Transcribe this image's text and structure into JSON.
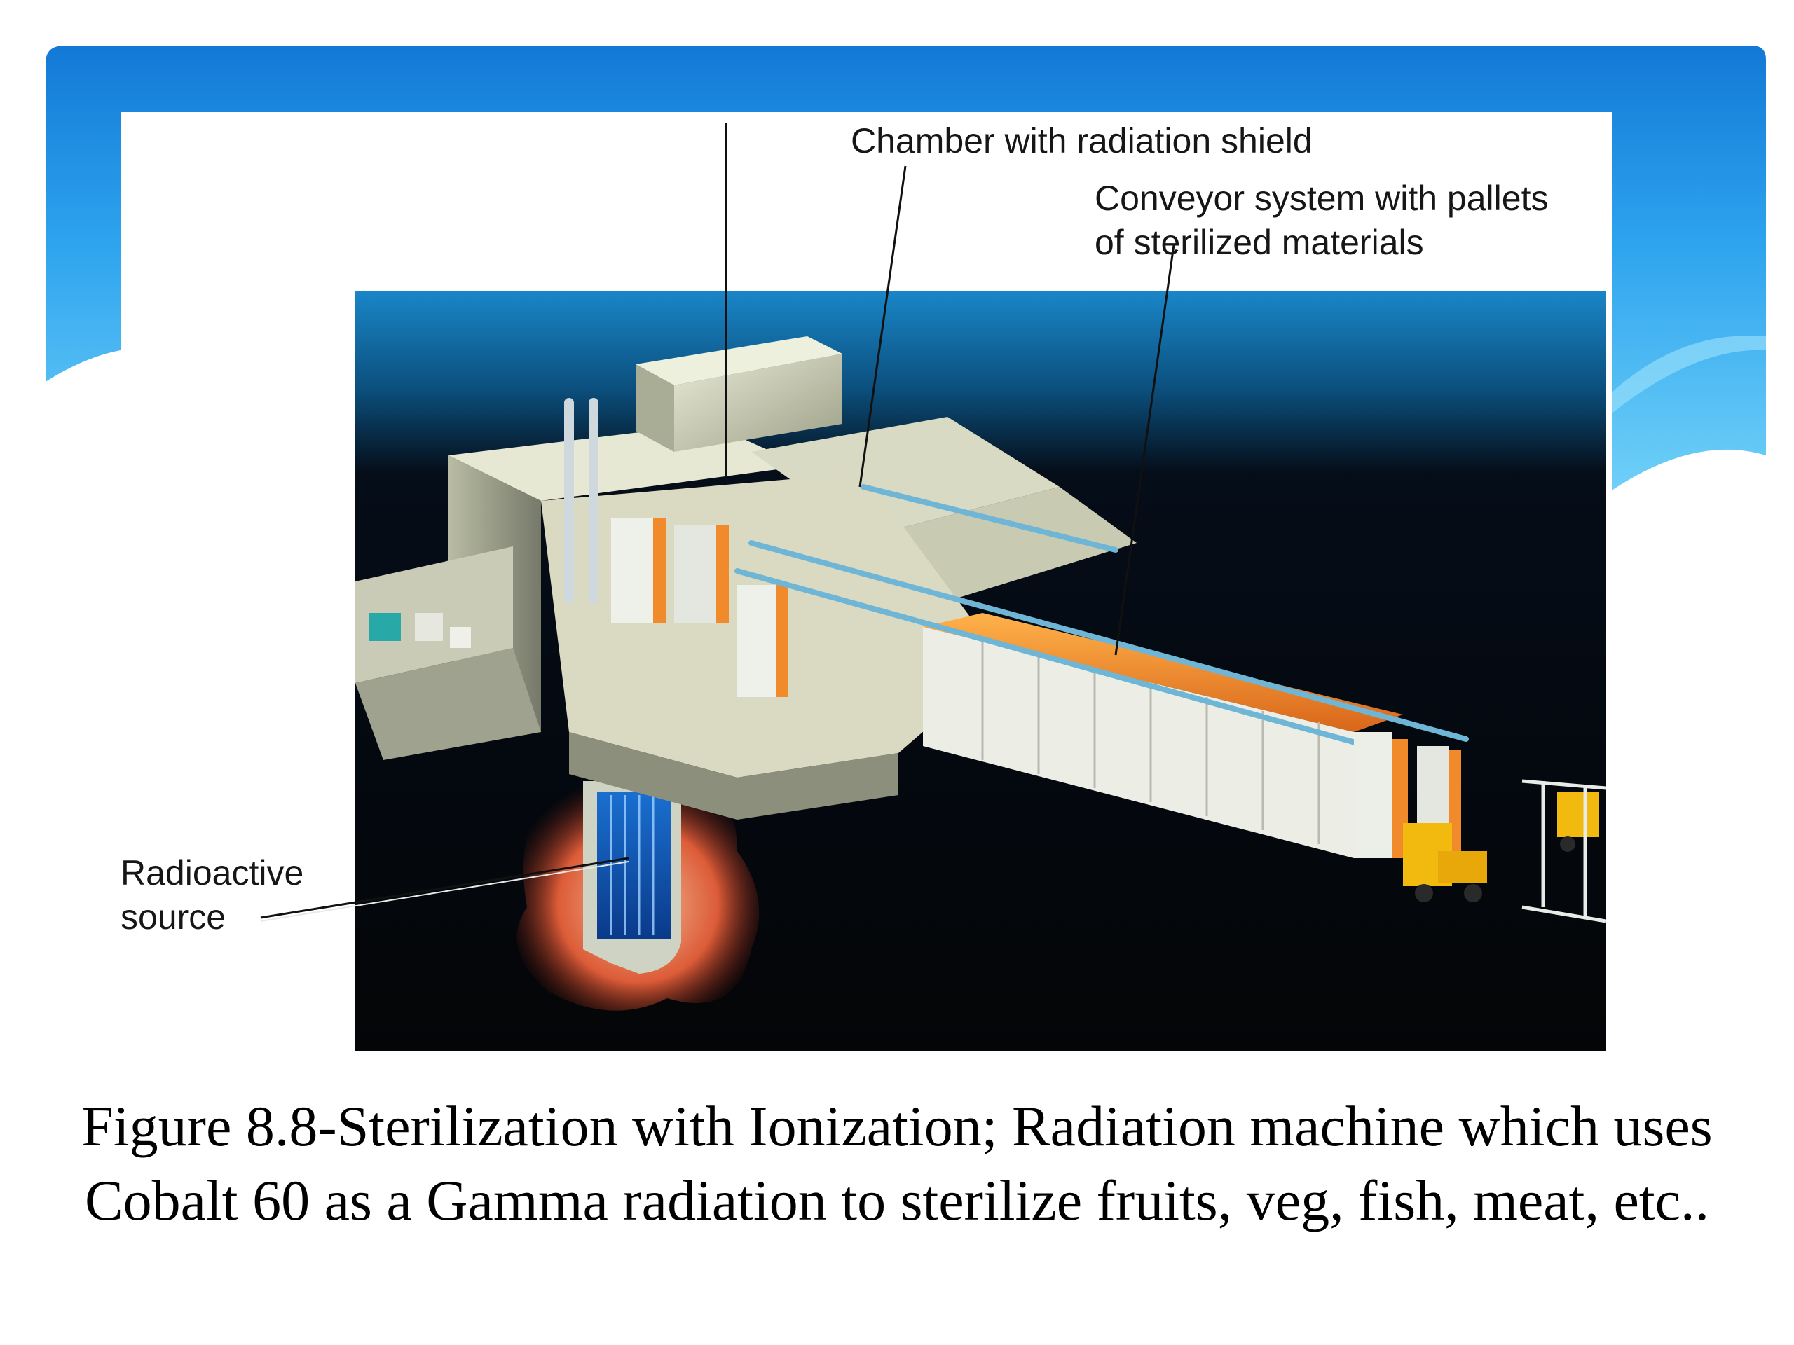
{
  "slide": {
    "accent_color": "#1e8fe0",
    "accent_light": "#5cc8f6"
  },
  "figure": {
    "background": "#050608",
    "labels": {
      "chamber": "Chamber with radiation shield",
      "conveyor_line1": "Conveyor system with pallets",
      "conveyor_line2": "of sterilized materials",
      "source_line1": "Radioactive",
      "source_line2": "source"
    }
  },
  "caption": {
    "line1": "Figure 8.8-Sterilization with Ionization; Radiation machine which uses",
    "line2": "Cobalt 60 as a Gamma radiation to sterilize fruits, veg, fish, meat, etc.."
  }
}
